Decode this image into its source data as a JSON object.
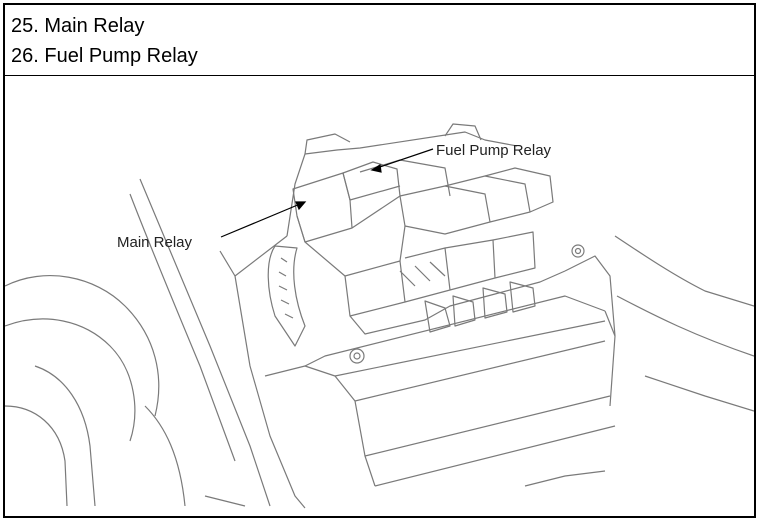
{
  "header": {
    "lines": [
      "25. Main Relay",
      "26. Fuel Pump Relay"
    ]
  },
  "diagram": {
    "callouts": {
      "fuel_pump_relay": "Fuel Pump Relay",
      "main_relay": "Main Relay"
    },
    "line_color": "#666666",
    "stroke_color": "#000000"
  }
}
